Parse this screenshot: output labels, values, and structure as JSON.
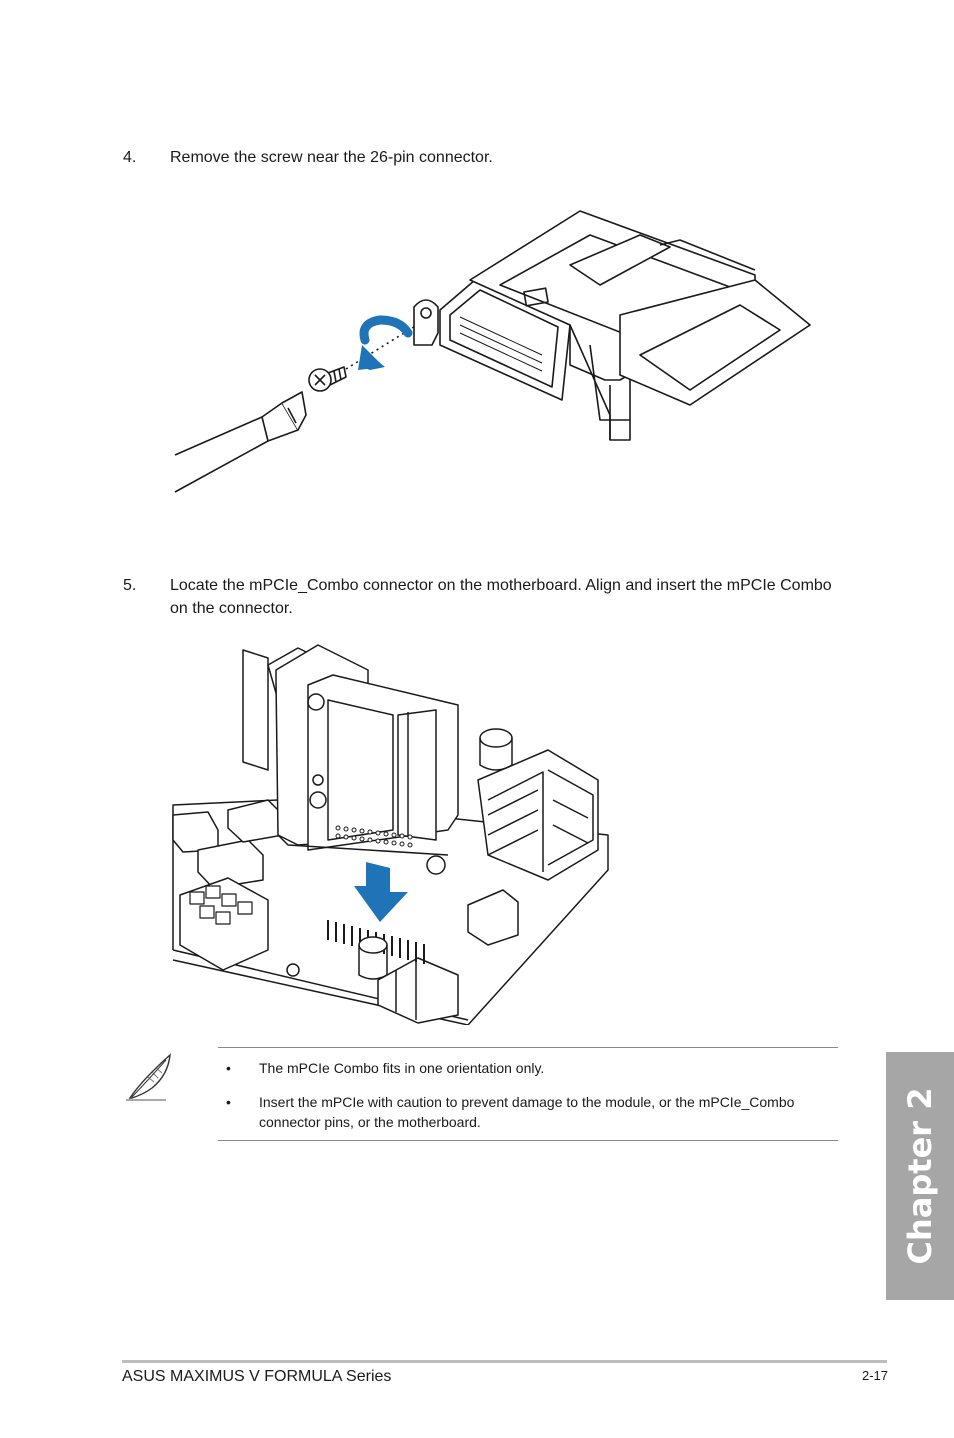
{
  "steps": [
    {
      "number": "4.",
      "text": "Remove the screw near the 26-pin connector."
    },
    {
      "number": "5.",
      "text": "Locate the mPCIe_Combo connector on the motherboard. Align and insert the mPCIe Combo on the connector."
    }
  ],
  "note": {
    "icon": "feather-pen-icon",
    "items": [
      {
        "bullet": "•",
        "text": "The mPCIe Combo fits in one orientation only."
      },
      {
        "bullet": "•",
        "text": "Insert the mPCIe with caution to prevent damage to the module, or the mPCIe_Combo connector pins, or the motherboard."
      }
    ]
  },
  "chapter_tab": {
    "label": "Chapter 2"
  },
  "footer": {
    "product": "ASUS MAXIMUS V FORMULA Series",
    "page_number": "2-17"
  },
  "colors": {
    "accent_arrow": "#1f73b7",
    "chapter_tab": "#a6a6a6",
    "rule": "#8a8a8a"
  }
}
